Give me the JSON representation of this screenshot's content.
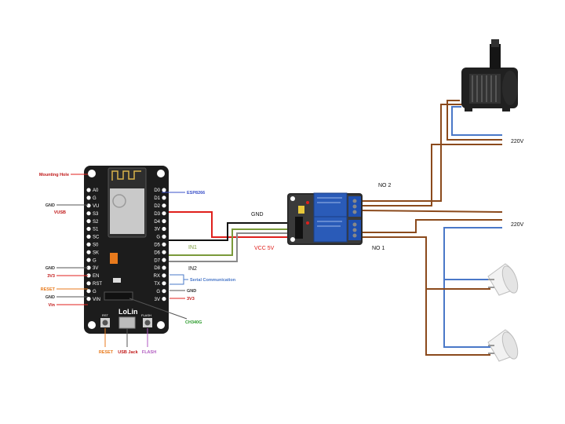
{
  "board": {
    "name": "LoLin",
    "left_pins": [
      "A0",
      "G",
      "VU",
      "S3",
      "S2",
      "S1",
      "SC",
      "S0",
      "SK",
      "G",
      "3V",
      "EN",
      "RST",
      "G",
      "VIN"
    ],
    "right_pins": [
      "D0",
      "D1",
      "D2",
      "D3",
      "D4",
      "3V",
      "G",
      "D5",
      "D6",
      "D7",
      "D8",
      "RX",
      "TX",
      "G",
      "3V"
    ],
    "left_callouts": {
      "mounting_hole": "Mounting Hole",
      "gnd1": "GND",
      "vusb": "VUSB",
      "gnd2": "GND",
      "v3": "3V3",
      "reset": "RESET",
      "gnd3": "GND",
      "vin": "Vin"
    },
    "right_callouts": {
      "esp": "ESP8266",
      "serial": "Serial Communication",
      "gnd": "GND",
      "v3": "3V3",
      "ch340": "CH340G"
    },
    "bottom_callouts": {
      "reset": "RESET",
      "usb": "USB Jack",
      "flash": "FLASH"
    },
    "board_small": {
      "rst": "RST",
      "flash": "FLASH"
    }
  },
  "wires": {
    "gnd": "GND",
    "in1": "IN1",
    "vcc": "VCC 5V",
    "in2": "IN2"
  },
  "relay": {
    "no2": "NO 2",
    "no1": "NO 1"
  },
  "mains": {
    "top": "220V",
    "bottom": "220V"
  },
  "colors": {
    "brown": "#8b4a1c",
    "blue": "#4a78c8",
    "red": "#e0201c",
    "green": "#7a9a3a",
    "board": "#1c1c1c",
    "relay_blue": "#2a5bb8"
  }
}
